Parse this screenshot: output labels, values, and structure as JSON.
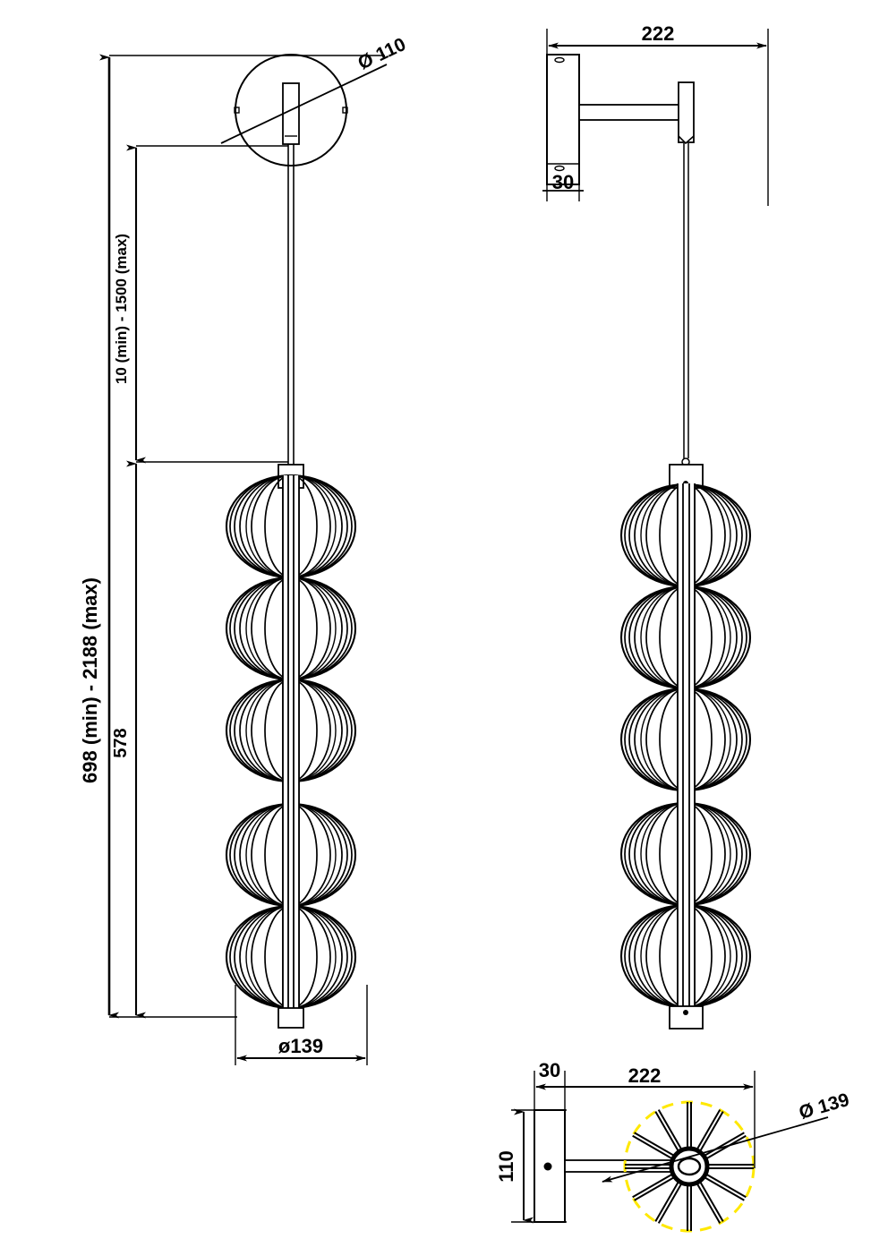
{
  "drawing": {
    "title": "Pendant / wall lamp technical drawing",
    "line_color": "#000000",
    "highlight_color": "#FFE800",
    "background": "#ffffff",
    "shade_count": 5
  },
  "views": {
    "front": {
      "name": "front-elevation-view"
    },
    "side": {
      "name": "side-elevation-view"
    },
    "bottom": {
      "name": "bottom-plan-detail-view"
    }
  },
  "dimensions": {
    "total_height": "698 (min) - 2188 (max)",
    "suspension": "10 (min) - 1500 (max)",
    "shade_column_height": "578",
    "canopy_diameter": "Ø 110",
    "shade_diameter_front": "ø139",
    "arm_projection_top": "222",
    "bracket_depth_top": "30",
    "arm_projection_bottom": "222",
    "bracket_depth_bottom": "30",
    "bracket_height": "110",
    "shade_diameter_bottom": "Ø 139"
  }
}
